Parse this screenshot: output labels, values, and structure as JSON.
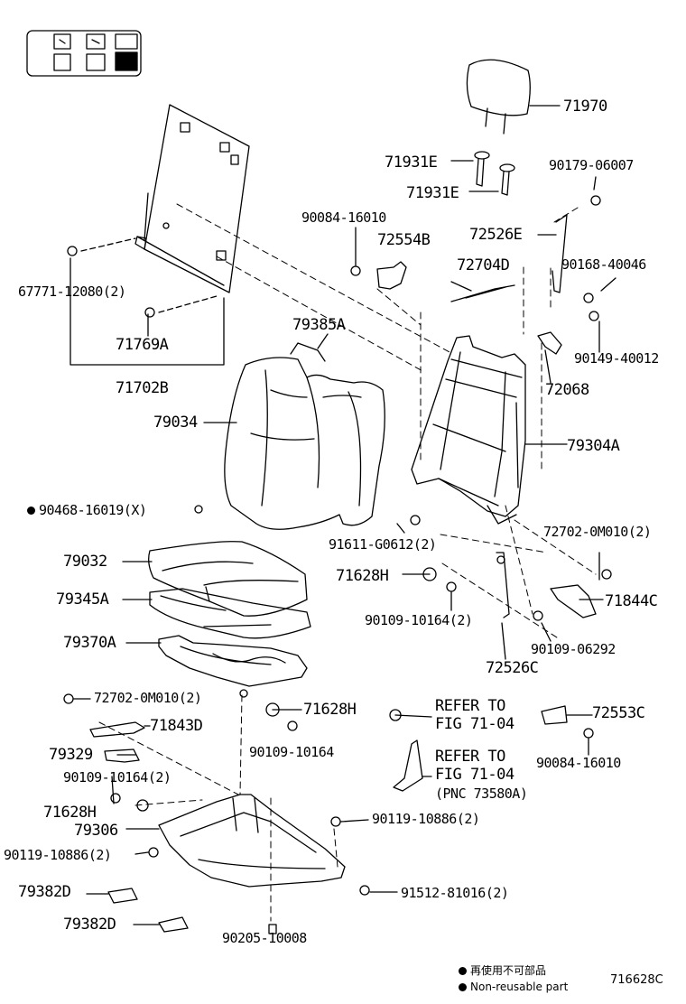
{
  "labels": {
    "p71970": "71970",
    "p71931e_a": "71931E",
    "p71931e_b": "71931E",
    "p90179": "90179-06007",
    "p90084_top": "90084-16010",
    "p72554b": "72554B",
    "p72526e": "72526E",
    "p72704d": "72704D",
    "p90168": "90168-40046",
    "p90149": "90149-40012",
    "p72068": "72068",
    "p67771": "67771-12080(2)",
    "p71769a": "71769A",
    "p71702b": "71702B",
    "p79385a": "79385A",
    "p79034": "79034",
    "p79304a": "79304A",
    "p90468": "90468-16019(X)",
    "p91611": "91611-G0612(2)",
    "p72702_r": "72702-0M010(2)",
    "p79032": "79032",
    "p71628h_a": "71628H",
    "p79345a": "79345A",
    "p71844c": "71844C",
    "p90109_10164_2a": "90109-10164(2)",
    "p90109_06292": "90109-06292",
    "p79370a": "79370A",
    "p72526c": "72526C",
    "p72702_l": "72702-0M010(2)",
    "p71628h_b": "71628H",
    "p71843d": "71843D",
    "p90109_10164": "90109-10164",
    "p79329": "79329",
    "p90109_10164_2b": "90109-10164(2)",
    "refer1_a": "REFER TO",
    "refer1_b": "FIG 71-04",
    "refer2_a": "REFER TO",
    "refer2_b": "FIG 71-04",
    "refer2_c": "(PNC 73580A)",
    "p72553c": "72553C",
    "p90084_bot": "90084-16010",
    "p71628h_c": "71628H",
    "p79306": "79306",
    "p90119_a": "90119-10886(2)",
    "p90119_b": "90119-10886(2)",
    "p79382d_a": "79382D",
    "p79382d_b": "79382D",
    "p91512": "91512-81016(2)",
    "p90205": "90205-10008"
  },
  "legend": {
    "line1": "再使用不可部品",
    "line2": "Non-reusable part"
  },
  "figure_code": "716628C"
}
